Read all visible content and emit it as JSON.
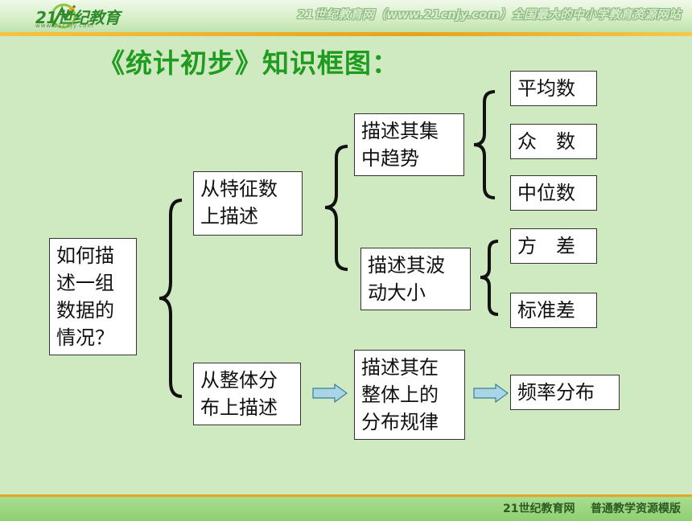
{
  "header": {
    "logo_text": "21世纪教育",
    "logo_sub": "www.21cnjy.com",
    "site_text": "21世纪教育网（www.21cnjy.com）全国最大的中小学教育资源网站"
  },
  "title": "《统计初步》知识框图：",
  "diagram": {
    "root": [
      "如何描",
      "述一组",
      "数据的",
      "情况？"
    ],
    "branch_feature": [
      "从特征数",
      "上描述"
    ],
    "branch_whole": [
      "从整体分",
      "布上描述"
    ],
    "central": [
      "描述其集",
      "中趋势"
    ],
    "spread": [
      "描述其波",
      "动大小"
    ],
    "distribution_rule": [
      "描述其在",
      "整体上的",
      "分布规律"
    ],
    "mean": "平均数",
    "mode": "众　数",
    "median": "中位数",
    "variance": "方　差",
    "std_dev": "标准差",
    "freq_dist": "频率分布"
  },
  "footer": {
    "text": "21世纪教育网    普通教学资源模版"
  },
  "colors": {
    "title": "#1f9b1f",
    "background": "#cfe9c0",
    "arrow_fill": "#a9d6e4"
  }
}
